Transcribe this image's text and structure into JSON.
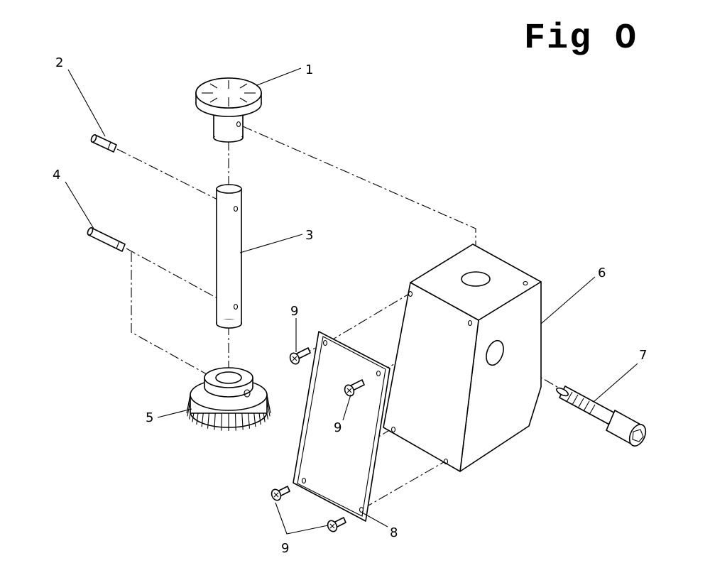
{
  "figure": {
    "title": "Fig O"
  },
  "callouts": {
    "c1": "1",
    "c2": "2",
    "c3": "3",
    "c4": "4",
    "c5": "5",
    "c6": "6",
    "c7": "7",
    "c8": "8",
    "c9a": "9",
    "c9b": "9",
    "c9c": "9"
  }
}
